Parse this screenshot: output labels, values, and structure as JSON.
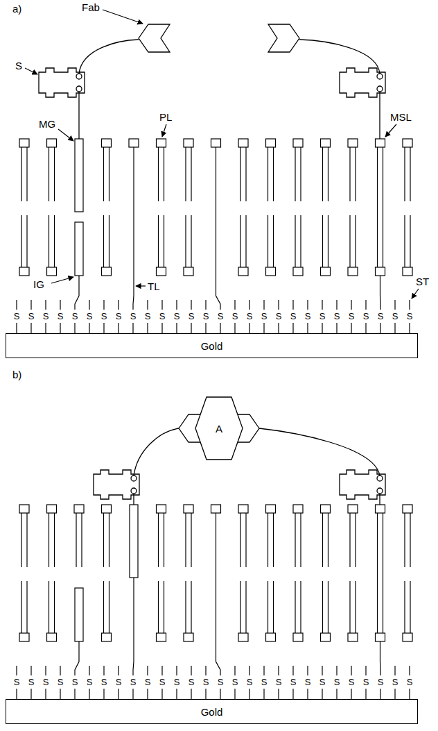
{
  "diagram": {
    "nodes": [
      {
        "text": [
          "Gold"
        ]
      },
      {
        "text": [
          "A"
        ]
      },
      {
        "text": [
          "Gold"
        ]
      }
    ],
    "labels": [
      "a)",
      "Fab",
      "S",
      "MG",
      "PL",
      "MSL",
      "IG",
      "TL",
      "ST",
      "S",
      "S",
      "S",
      "S",
      "S",
      "S",
      "S",
      "S",
      "S",
      "S",
      "S",
      "S",
      "S",
      "S",
      "S",
      "S",
      "S",
      "S",
      "S",
      "S",
      "S",
      "S",
      "S",
      "S",
      "S",
      "S",
      "S",
      "S",
      "b)",
      "S",
      "S",
      "S",
      "S",
      "S",
      "S",
      "S",
      "S",
      "S",
      "S",
      "S",
      "S",
      "S",
      "S",
      "S",
      "S",
      "S",
      "S",
      "S",
      "S",
      "S",
      "S",
      "S",
      "S",
      "S",
      "S",
      "S",
      "S"
    ]
  }
}
